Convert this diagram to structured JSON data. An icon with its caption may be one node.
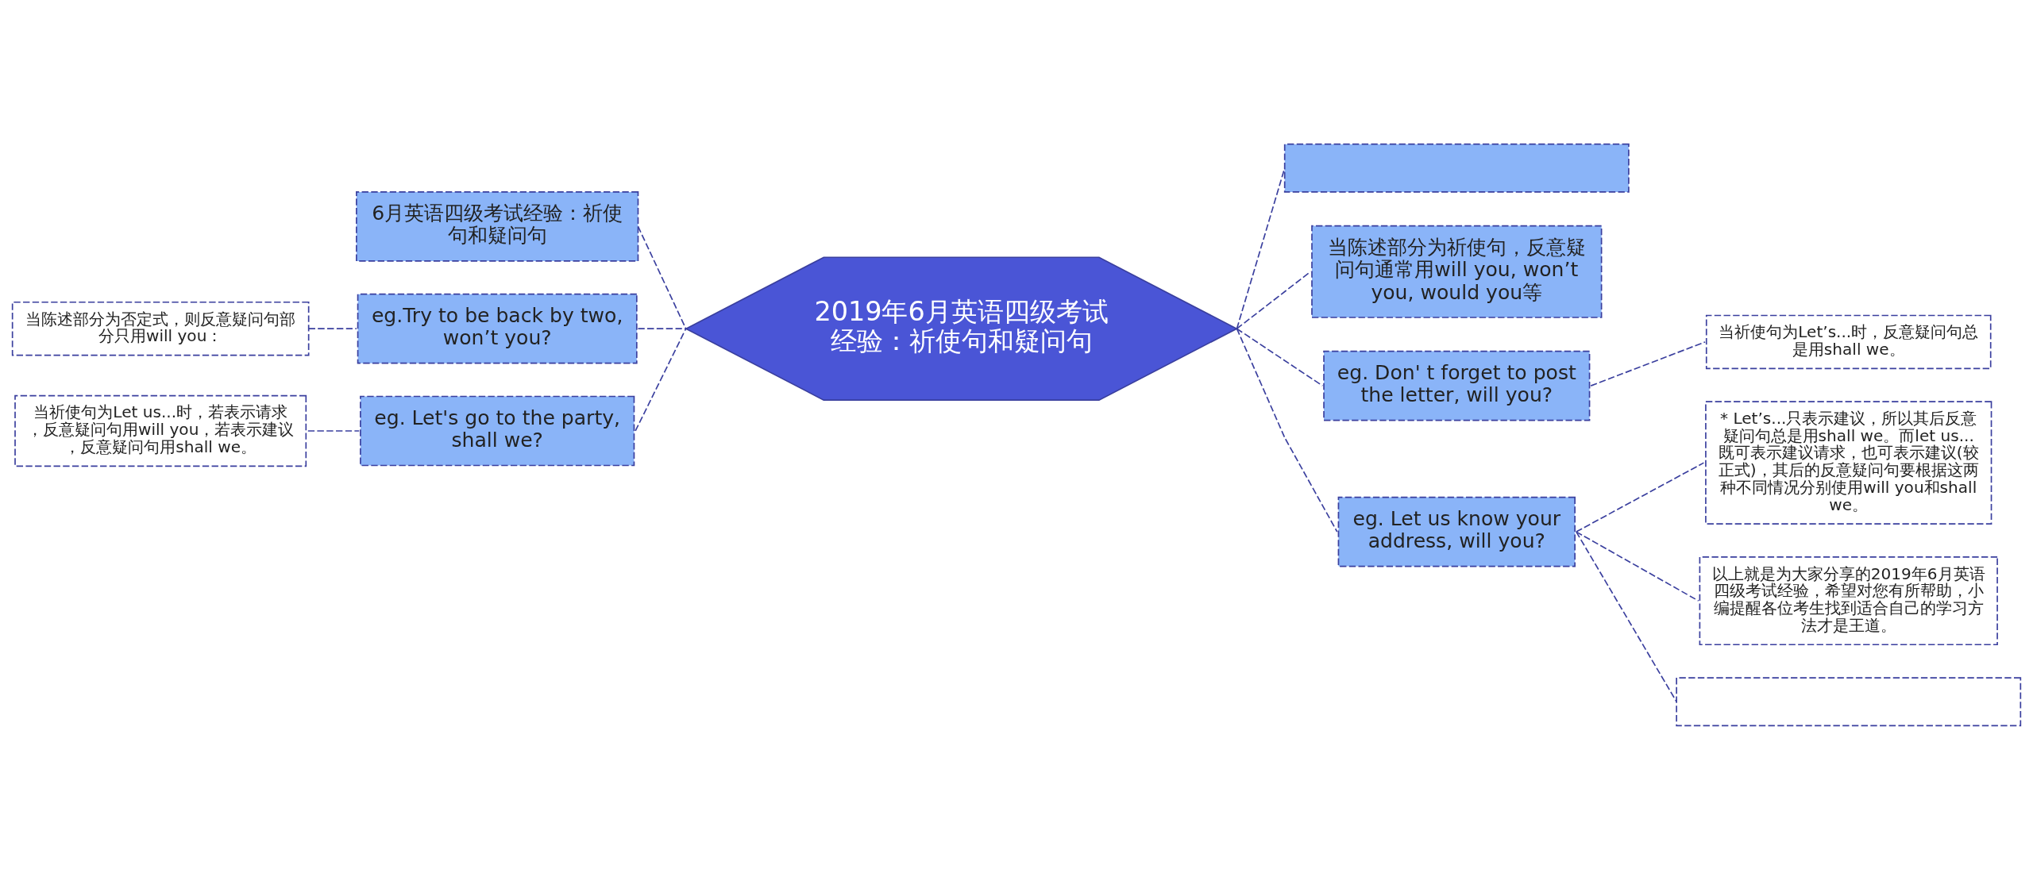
{
  "diagram": {
    "nodes": [
      {
        "text": [
          "2019年6月英语四级考试经验：祈使句和疑问句"
        ]
      },
      {
        "text": [
          "6月英语四级考试经验：祈使句和疑问句"
        ]
      },
      {
        "text": [
          "eg.Try to be back by two, won’t you?"
        ]
      },
      {
        "text": [
          "当陈述部分为否定式，则反意疑问句部分只用will you："
        ]
      },
      {
        "text": [
          "eg. Let's go to the party, shall we?"
        ]
      },
      {
        "text": [
          "当祈使句为Let us...时，若表示请求，反意疑问句用will you，若表示建议，反意疑问句用shall we。"
        ]
      },
      {
        "text": [],
        "shape": "box"
      },
      {
        "text": [
          "当陈述部分为祈使句，反意疑问句通常用will you, won’t you, would you等"
        ]
      },
      {
        "text": [
          "eg. Don' t forget to post the letter, will you?"
        ]
      },
      {
        "text": [
          "当祈使句为Let’s...时，反意疑问句总是用shall we。"
        ]
      },
      {
        "text": [
          "eg. Let us know your address, will you?"
        ]
      },
      {
        "text": [
          "* Let’s...只表示建议，所以其后反意疑问句总是用shall we。而let us...既可表示建议请求，也可表示建议(较正式)，其后的反意疑问句要根据这两种不同情况分别使用will you和shall we。"
        ]
      },
      {
        "text": [
          "以上就是为大家分享的2019年6月英语四级考试经验，希望对您有所帮助，小编提醒各位考生找到适合自己的学习方法才是王道。"
        ]
      },
      {
        "text": [],
        "shape": "box"
      }
    ],
    "edges": [
      {
        "from": 0,
        "to": 1,
        "arrow": "none"
      },
      {
        "from": 0,
        "to": 2,
        "arrow": "none"
      },
      {
        "from": 2,
        "to": 3,
        "arrow": "none"
      },
      {
        "from": 0,
        "to": 4,
        "arrow": "none"
      },
      {
        "from": 4,
        "to": 5,
        "arrow": "none"
      },
      {
        "from": 0,
        "to": 6,
        "arrow": "none"
      },
      {
        "from": 0,
        "to": 7,
        "arrow": "none"
      },
      {
        "from": 0,
        "to": 8,
        "arrow": "none"
      },
      {
        "from": 8,
        "to": 9,
        "arrow": "none"
      },
      {
        "from": 0,
        "to": 10,
        "arrow": "none"
      },
      {
        "from": 10,
        "to": 11,
        "arrow": "none"
      },
      {
        "from": 10,
        "to": 12,
        "arrow": "none"
      },
      {
        "from": 10,
        "to": 13,
        "arrow": "none"
      }
    ]
  }
}
